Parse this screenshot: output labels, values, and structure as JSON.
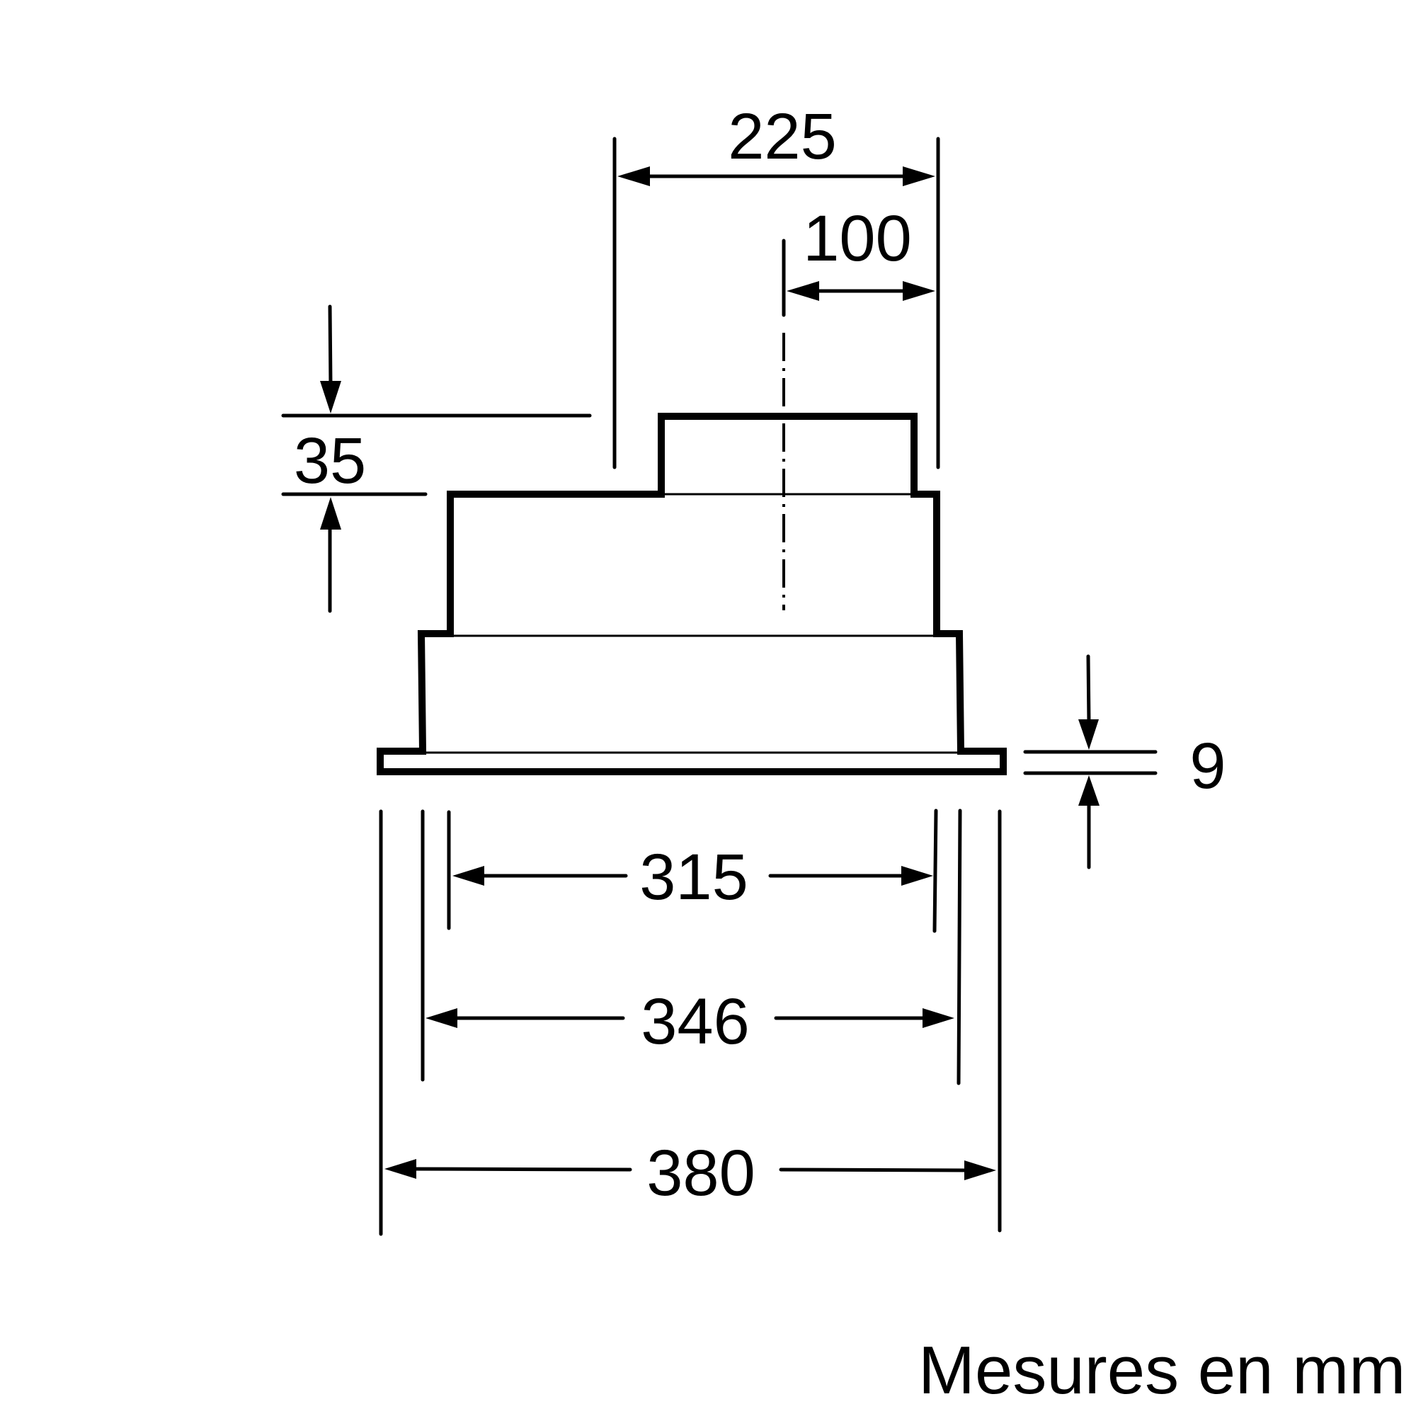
{
  "drawing": {
    "type": "technical dimension drawing",
    "subject": "built-in hood unit, front view",
    "stroke_color": "#000000",
    "background": "#ffffff"
  },
  "dimensions": {
    "top_width": {
      "label": "225"
    },
    "outlet_offset": {
      "label": "100"
    },
    "outlet_height": {
      "label": "35"
    },
    "flange_thickness": {
      "label": "9"
    },
    "inner_width": {
      "label": "315"
    },
    "body_width": {
      "label": "346"
    },
    "overall_width": {
      "label": "380"
    }
  },
  "footer": {
    "units_note": "Mesures en mm"
  }
}
